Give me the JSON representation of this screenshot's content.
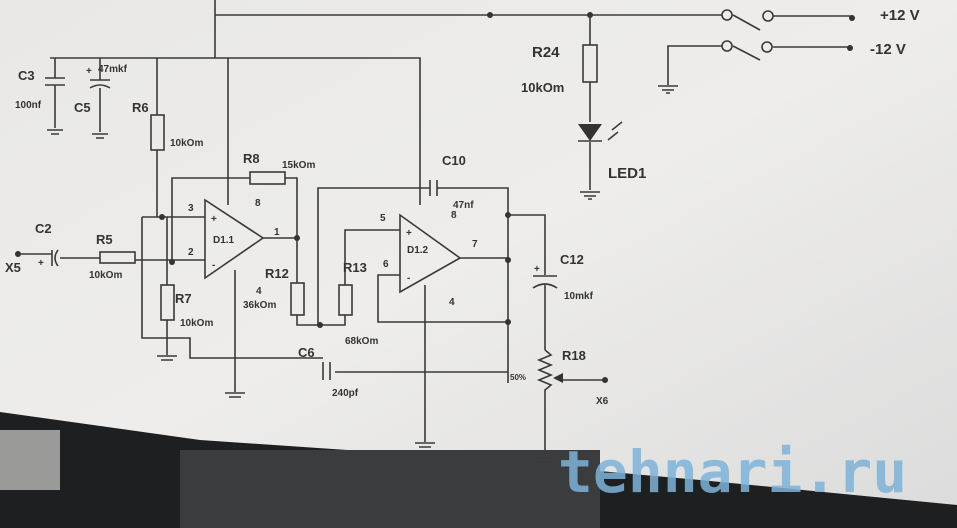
{
  "title": "Audio amplifier schematic (photo of printed sheet)",
  "power": {
    "plus": "+12 V",
    "minus": "-12 V"
  },
  "components": {
    "C3": {
      "name": "C3",
      "value": "100nf"
    },
    "C5": {
      "name": "C5",
      "value": "47mkf",
      "polarity": "+"
    },
    "R6": {
      "name": "R6",
      "value": "10kOm"
    },
    "R8": {
      "name": "R8",
      "value": "15kOm"
    },
    "C10": {
      "name": "C10",
      "value": "47nf"
    },
    "C2": {
      "name": "C2",
      "polarity": "+"
    },
    "R5": {
      "name": "R5",
      "value": "10kOm"
    },
    "R7": {
      "name": "R7",
      "value": "10kOm"
    },
    "R12": {
      "name": "R12",
      "value": "36kOm"
    },
    "R13": {
      "name": "R13",
      "value": "68kOm"
    },
    "C6": {
      "name": "C6",
      "value": "240pf"
    },
    "C12": {
      "name": "C12",
      "value": "10mkf",
      "polarity": "+"
    },
    "R18": {
      "name": "R18",
      "setting": "50%"
    },
    "R24": {
      "name": "R24",
      "value": "10kOm"
    },
    "LED1": {
      "name": "LED1"
    },
    "D11": {
      "name": "D1.1",
      "pins": {
        "p3": "3",
        "p2": "2",
        "p8": "8",
        "p1": "1",
        "p4": "4",
        "plus": "+",
        "minus": "-"
      }
    },
    "D12": {
      "name": "D1.2",
      "pins": {
        "p5": "5",
        "p6": "6",
        "p8": "8",
        "p7": "7",
        "p4": "4",
        "plus": "+",
        "minus": "-"
      }
    }
  },
  "terminals": {
    "in": "X5",
    "out": "X6"
  },
  "watermark": "tehnari.ru"
}
